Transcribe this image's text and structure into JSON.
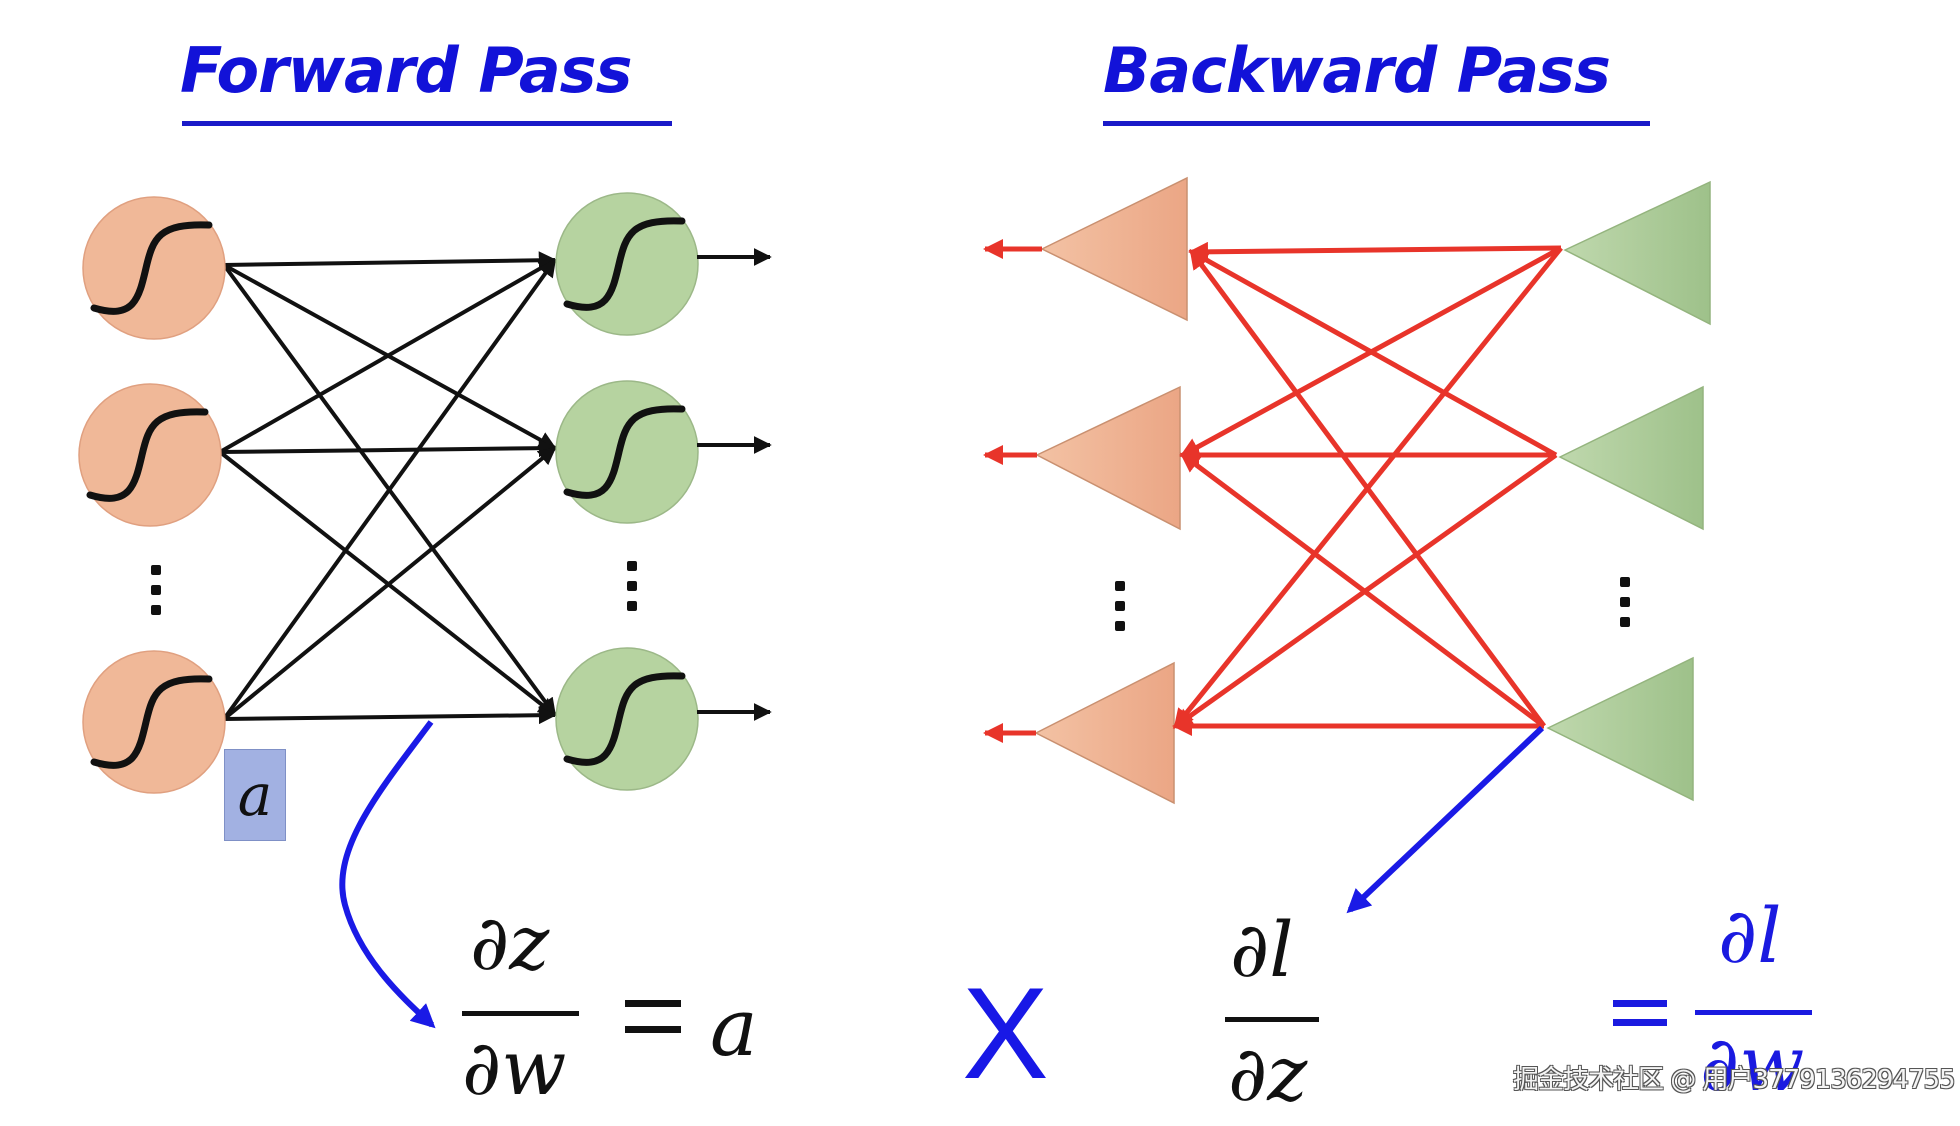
{
  "forward": {
    "title": "Forward Pass",
    "input_layer": {
      "node_count_shown": 3,
      "activation": "sigmoid",
      "ellipsis": "⋮"
    },
    "output_layer": {
      "node_count_shown": 3,
      "activation": "sigmoid",
      "ellipsis": "⋮"
    },
    "highlight_label": "a",
    "equation": {
      "numerator": "∂z",
      "denominator": "∂w",
      "equals": "=",
      "result": "a"
    }
  },
  "backward": {
    "title": "Backward Pass",
    "left_layer": {
      "node_count_shown": 3,
      "ellipsis": "⋮"
    },
    "right_layer": {
      "node_count_shown": 3,
      "ellipsis": "⋮"
    },
    "equation": {
      "numerator": "∂l",
      "denominator": "∂z"
    }
  },
  "operator": "X",
  "result": {
    "equals": "=",
    "numerator": "∂l",
    "denominator": "∂w"
  },
  "watermark": "掘金技术社区 @ 用户3779136294755",
  "colors": {
    "title_blue": "#1212d8",
    "input_node": "#f0b898",
    "output_node": "#b6d3a0",
    "backward_edge": "#e8342a",
    "forward_edge": "#111111",
    "pointer_arrow": "#1a1ae6",
    "highlight_box": "#a2b1e2"
  }
}
